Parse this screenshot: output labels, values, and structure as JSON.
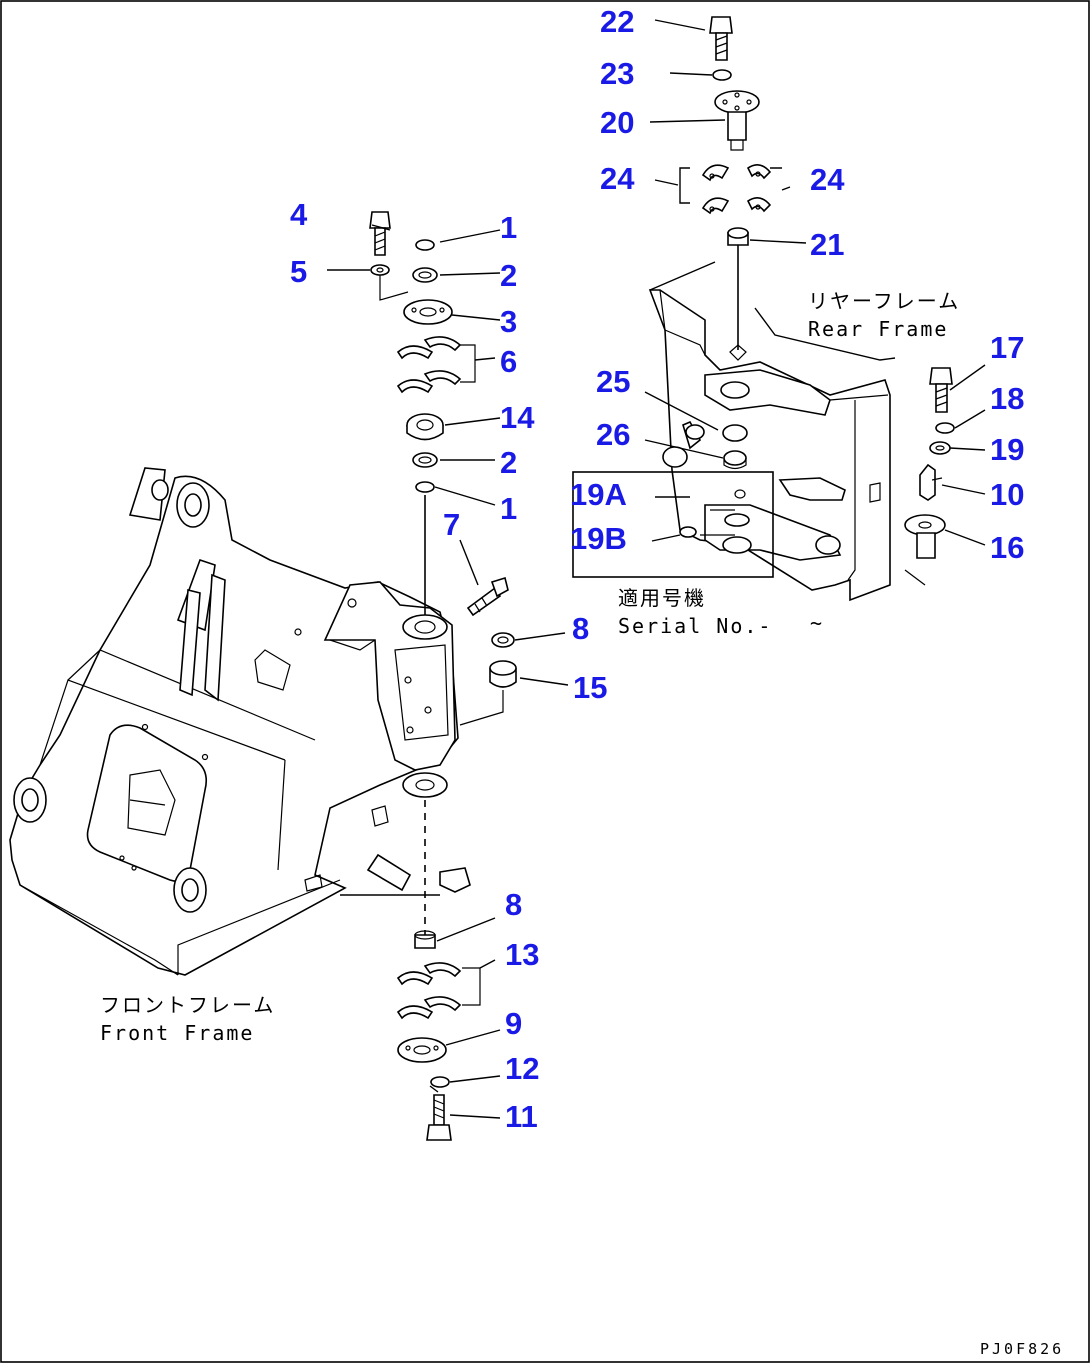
{
  "labels": {
    "p1a": "1",
    "p1b": "1",
    "p2a": "2",
    "p2b": "2",
    "p3": "3",
    "p4": "4",
    "p5": "5",
    "p6": "6",
    "p7": "7",
    "p8a": "8",
    "p8b": "8",
    "p9": "9",
    "p10": "10",
    "p11": "11",
    "p12": "12",
    "p13": "13",
    "p14": "14",
    "p15": "15",
    "p16": "16",
    "p17": "17",
    "p18": "18",
    "p19": "19",
    "p19a": "19A",
    "p19b": "19B",
    "p20": "20",
    "p21": "21",
    "p22": "22",
    "p23": "23",
    "p24a": "24",
    "p24b": "24",
    "p25": "25",
    "p26": "26"
  },
  "captions": {
    "rear_jp": "リヤーフレーム",
    "rear_en": "Rear Frame",
    "front_jp": "フロントフレーム",
    "front_en": "Front Frame",
    "serial_jp": "適用号機",
    "serial_en": "Serial No.-",
    "serial_tilde": "~"
  },
  "drawing_code": "PJ0F826",
  "colors": {
    "callout": "#1a1ae6",
    "line": "#000000",
    "background": "#ffffff"
  }
}
